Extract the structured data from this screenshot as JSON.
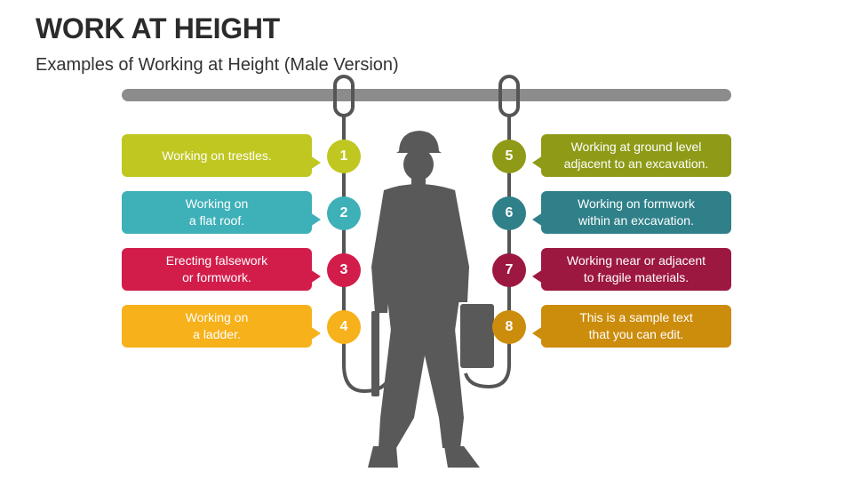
{
  "header": {
    "title": "WORK AT HEIGHT",
    "subtitle": "Examples of Working at Height (Male Version)"
  },
  "items": [
    {
      "num": "1",
      "text": "Working on trestles.",
      "color": "#c0c721",
      "side": "left"
    },
    {
      "num": "2",
      "text": "Working on\na flat roof.",
      "color": "#3eb0b8",
      "side": "left"
    },
    {
      "num": "3",
      "text": "Erecting falsework\nor formwork.",
      "color": "#d21d4b",
      "side": "left"
    },
    {
      "num": "4",
      "text": "Working on\na ladder.",
      "color": "#f7b11a",
      "side": "left"
    },
    {
      "num": "5",
      "text": "Working at ground level\nadjacent to an excavation.",
      "color": "#8f9a17",
      "side": "right"
    },
    {
      "num": "6",
      "text": "Working on formwork\nwithin an excavation.",
      "color": "#2f8089",
      "side": "right"
    },
    {
      "num": "7",
      "text": "Working near or adjacent\nto fragile materials.",
      "color": "#9c1840",
      "side": "right"
    },
    {
      "num": "8",
      "text": "This is a sample text\nthat you can edit.",
      "color": "#cc8c0c",
      "side": "right"
    }
  ],
  "colors": {
    "bar": "#8c8c8c",
    "silhouette": "#595959",
    "rope": "#555555"
  }
}
